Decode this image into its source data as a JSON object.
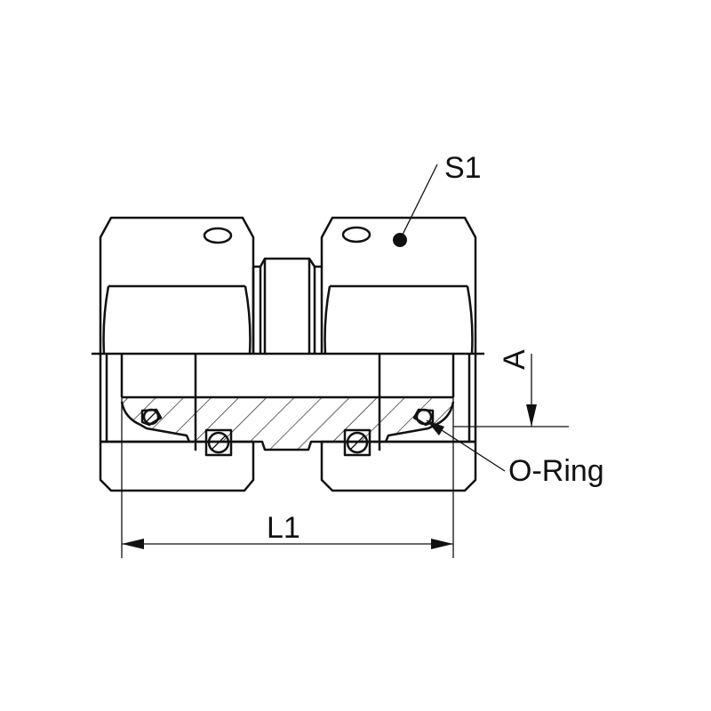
{
  "labels": {
    "s1": "S1",
    "a": "A",
    "o_ring": "O-Ring",
    "l1": "L1"
  },
  "colors": {
    "line": "#111111",
    "background": "#ffffff"
  }
}
